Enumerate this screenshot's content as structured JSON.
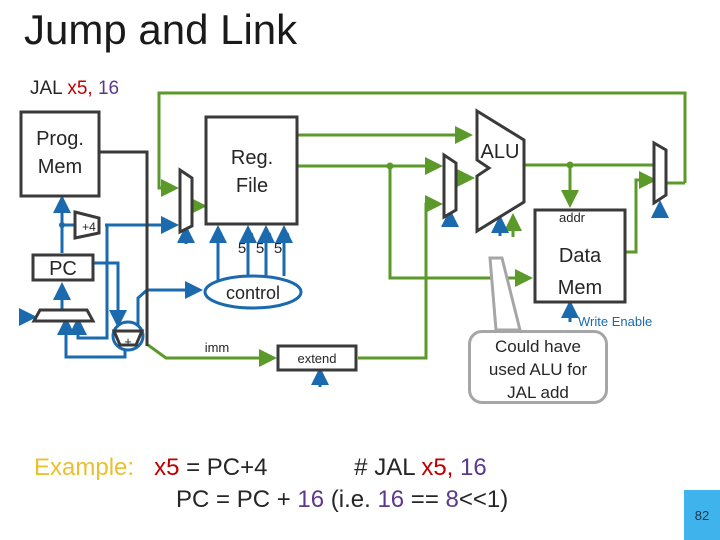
{
  "slide": {
    "title": "Jump and Link",
    "instruction": {
      "op": "JAL",
      "rd": "x5,",
      "imm": "16"
    },
    "page_number": "82"
  },
  "diagram": {
    "blocks": {
      "prog_mem": [
        "Prog.",
        "Mem"
      ],
      "reg_file": [
        "Reg.",
        "File"
      ],
      "alu": "ALU",
      "data_mem": [
        "Data",
        "Mem"
      ],
      "data_mem_addr": "addr",
      "pc": "PC",
      "plus4": "+4",
      "adder": "+",
      "control": "control",
      "extend": "extend",
      "imm": "imm",
      "reg_widths": [
        "5",
        "5",
        "5"
      ],
      "write_enable": "Write Enable"
    },
    "callout": [
      "Could have",
      "used ALU for",
      "JAL add"
    ],
    "colors": {
      "data_wire": "#5b9a2a",
      "control_wire": "#1a6aad",
      "block": "#3a3a3a",
      "callout_border": "#a6a6a6"
    }
  },
  "example": {
    "label": "Example:",
    "line1": {
      "dst": "x5",
      "rest": " = PC+4",
      "comment": "# JAL ",
      "c_rd": "x5,",
      "c_imm": " 16"
    },
    "line2": {
      "a": "PC = PC + ",
      "imm": "16",
      "b": " (i.e. ",
      "imm2": "16",
      "c": " == ",
      "eight": "8",
      "d": "<<1)"
    }
  }
}
